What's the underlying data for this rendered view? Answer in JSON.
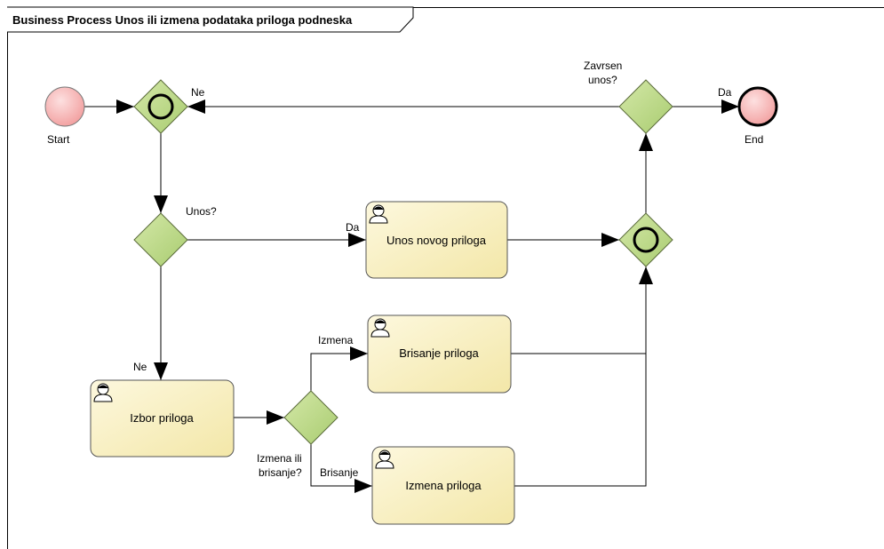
{
  "diagram": {
    "title": "Business Process Unos ili izmena podataka priloga podneska",
    "events": {
      "start": "Start",
      "end": "End"
    },
    "gateways": {
      "unos_question": "Unos?",
      "izmena_brisanje_question_line1": "Izmena ili",
      "izmena_brisanje_question_line2": "brisanje?",
      "zavrsen_unos_line1": "Zavrsen",
      "zavrsen_unos_line2": "unos?"
    },
    "tasks": {
      "unos_novog": "Unos novog priloga",
      "izbor": "Izbor priloga",
      "brisanje": "Brisanje priloga",
      "izmena": "Izmena priloga"
    },
    "flow_labels": {
      "ne_loop": "Ne",
      "da_unos": "Da",
      "ne_izbor": "Ne",
      "izmena": "Izmena",
      "brisanje": "Brisanje",
      "da_end": "Da"
    },
    "colors": {
      "event_fill": "#f7b9b9",
      "gateway_fill": "#c2dc8e",
      "task_fill": "#fbf5d5",
      "line": "#000000"
    }
  }
}
